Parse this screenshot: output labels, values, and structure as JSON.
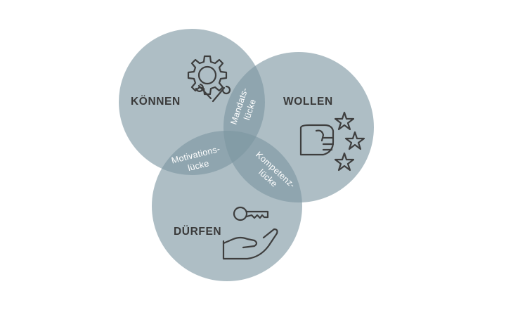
{
  "colors": {
    "circle_fill": "#7d96a1",
    "label_dark": "#3a3a3a",
    "label_light": "#ffffff",
    "icon_stroke": "#3e3e3e"
  },
  "circles": [
    {
      "label": "KÖNNEN",
      "icon": "gear-wrench-icon"
    },
    {
      "label": "WOLLEN",
      "icon": "fist-stars-icon"
    },
    {
      "label": "DÜRFEN",
      "icon": "key-hand-icon"
    }
  ],
  "gaps": {
    "mandate": {
      "line1": "Mandats-",
      "line2": "lücke"
    },
    "motivation": {
      "line1": "Motivations-",
      "line2": "lücke"
    },
    "competence": {
      "line1": "Kompetenz-",
      "line2": "lücke"
    }
  }
}
